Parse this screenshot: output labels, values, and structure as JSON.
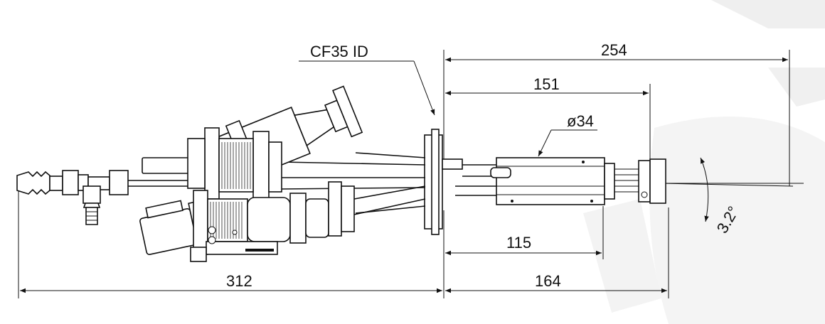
{
  "labels": {
    "flange": "CF35 ID",
    "dim_254": "254",
    "dim_151": "151",
    "dim_diameter": "ø34",
    "dim_115": "115",
    "dim_164": "164",
    "dim_312": "312",
    "angle": "3.2°"
  },
  "colors": {
    "ink": "#111111",
    "background": "#ffffff",
    "watermark": "#e6e6e6"
  },
  "icons": [
    "dimension-arrow-icon",
    "angle-arc-icon"
  ]
}
